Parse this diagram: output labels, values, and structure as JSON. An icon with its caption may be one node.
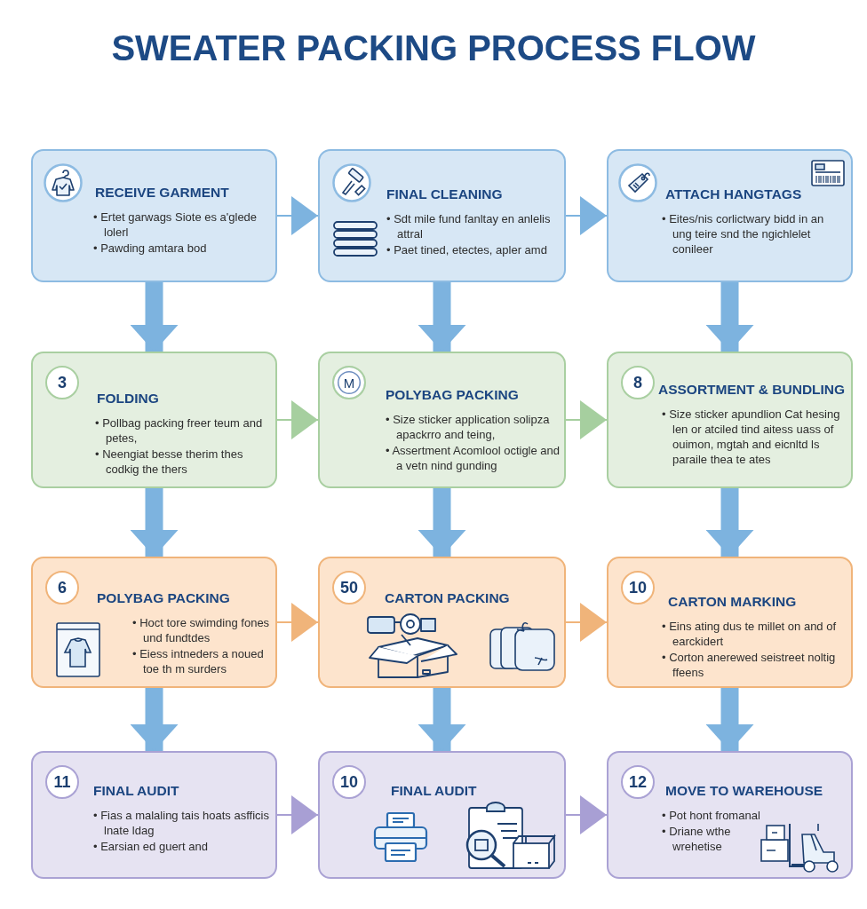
{
  "diagram": {
    "title": "SWEATER PACKING PROCESS FLOW",
    "nodes": [
      {
        "text": [
          "RECEIVE GARMENT",
          "• Ertet garwags Siote es a'glede lolerl",
          "• Pawding amtara bod"
        ]
      },
      {
        "text": [
          "FINAL CLEANING",
          "• Sdt mile fund fanltay en anlelis attral",
          "• Paet tined, etectes, apler amd"
        ]
      },
      {
        "text": [
          "ATTACH HANGTAGS",
          "• Eites/nis corlictwary bidd in an ung teire snd the ngichlelet conileer"
        ]
      },
      {
        "text": [
          "FOLDING",
          "• Pollbag packing freer teum and petes,",
          "• Neengiat besse therim thes codkig the thers"
        ]
      },
      {
        "text": [
          "3"
        ],
        "in": 3
      },
      {
        "text": [
          "POLYBAG PACKING",
          "• Size sticker application solipza apackrro and teing,",
          "• Assertment Acomlool octigle and a vetn nind gunding"
        ]
      },
      {
        "text": [
          "M"
        ],
        "in": 5
      },
      {
        "text": [
          "ASSORTMENT & BUNDLING",
          "• Size sticker apundlion Cat hesing len or atciled tind aitess uass of ouimon, mgtah and eicnltd ls paraile thea te ates"
        ]
      },
      {
        "text": [
          "8"
        ],
        "in": 7
      },
      {
        "text": [
          "POLYBAG PACKING",
          "• Hoct tore swimding fones und fundtdes",
          "• Eiess intneders a noued toe th m surders"
        ]
      },
      {
        "text": [
          "6"
        ],
        "in": 9
      },
      {
        "text": [
          "CARTON PACKING"
        ]
      },
      {
        "text": [
          "50"
        ],
        "in": 11
      },
      {
        "text": [
          "CARTON MARKING",
          "• Eins ating dus te millet on and of earckidert",
          "• Corton anerewed seistreet noltig ffeens"
        ]
      },
      {
        "text": [
          "10"
        ],
        "in": 13
      },
      {
        "text": [
          "FINAL AUDIT",
          "• Fias a malaling tais hoats asfficis lnate ldag",
          "• Earsian ed guert and"
        ]
      },
      {
        "text": [
          "11"
        ],
        "in": 15
      },
      {
        "text": [
          "FINAL AUDIT"
        ]
      },
      {
        "text": [
          "10"
        ],
        "in": 17
      },
      {
        "text": [
          "MOVE TO WAREHOUSE",
          "• Pot hont fromanal",
          "• Driane wthe wrehetise"
        ]
      },
      {
        "text": [
          "12"
        ],
        "in": 19
      }
    ],
    "edges": [
      {
        "from": 0,
        "to": 1,
        "arrow": "to"
      },
      {
        "from": 1,
        "to": 2,
        "arrow": "to"
      },
      {
        "from": 3,
        "to": 5,
        "arrow": "to",
        "color": "#a6cf9f"
      },
      {
        "from": 5,
        "to": 7,
        "arrow": "to",
        "color": "#a6cf9f"
      },
      {
        "from": 9,
        "to": 11,
        "arrow": "to",
        "color": "#f0b47a"
      },
      {
        "from": 11,
        "to": 13,
        "arrow": "to",
        "color": "#f0b47a"
      },
      {
        "from": 15,
        "to": 17,
        "arrow": "to",
        "color": "#a89fd4"
      },
      {
        "from": 17,
        "to": 19,
        "arrow": "to",
        "color": "#a89fd4"
      },
      {
        "from": 0,
        "to": 3,
        "arrow": "to"
      },
      {
        "from": 1,
        "to": 5,
        "arrow": "to"
      },
      {
        "from": 2,
        "to": 7,
        "arrow": "to"
      },
      {
        "from": 3,
        "to": 9,
        "arrow": "to"
      },
      {
        "from": 5,
        "to": 11,
        "arrow": "to"
      },
      {
        "from": 7,
        "to": 13,
        "arrow": "to"
      },
      {
        "from": 9,
        "to": 15,
        "arrow": "to"
      },
      {
        "from": 11,
        "to": 17,
        "arrow": "to"
      },
      {
        "from": 13,
        "to": 19,
        "arrow": "to"
      }
    ]
  }
}
